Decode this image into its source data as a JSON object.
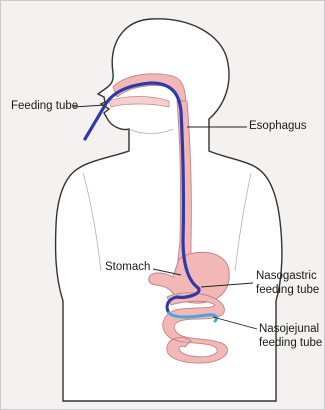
{
  "labels": {
    "feeding_tube": "Feeding tube",
    "esophagus": "Esophagus",
    "stomach": "Stomach",
    "nasogastric_line1": "Nasogastric",
    "nasogastric_line2": "feeding tube",
    "nasojejunal_line1": "Nasojejunal",
    "nasojejunal_line2": "feeding tube"
  },
  "colors": {
    "body_outline": "#333333",
    "body_fill": "#ffffff",
    "organ_fill": "#f2b8b8",
    "organ_outline": "#c48282",
    "nasogastric_tube": "#2f3aa8",
    "nasojejunal_tube": "#4da3dd",
    "leader_line": "#222222"
  }
}
